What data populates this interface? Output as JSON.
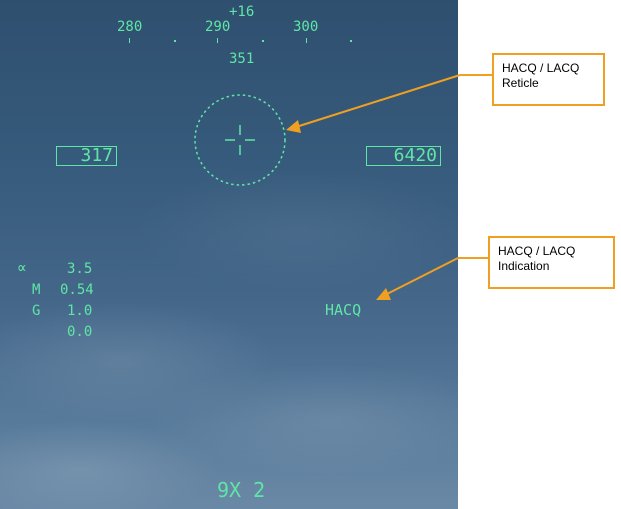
{
  "heading": {
    "pitch_value": "+16",
    "scale_labels": [
      "280",
      "290",
      "300"
    ],
    "current_heading": "351"
  },
  "airspeed": "317",
  "altitude": "6420",
  "flight_data": {
    "alpha_symbol": "∝",
    "alpha_value": "3.5",
    "mach_label": "M",
    "mach_value": "0.54",
    "g_label": "G",
    "g_value": "1.0",
    "extra_value": "0.0"
  },
  "mode_indication": "HACQ",
  "weapon_status": "9X 2",
  "callouts": {
    "reticle": "HACQ / LACQ\nReticle",
    "indication": "HACQ / LACQ\nIndication"
  },
  "colors": {
    "hud_symbology": "#5fe6a6",
    "callout_border": "#f0a020",
    "sky": "#3d5f80"
  }
}
